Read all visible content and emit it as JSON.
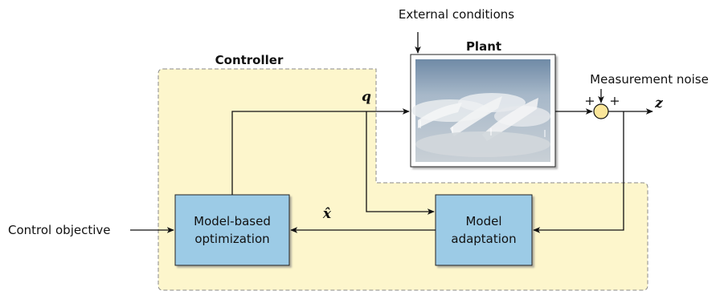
{
  "labels": {
    "external_conditions": "External conditions",
    "plant": "Plant",
    "controller": "Controller",
    "measurement_noise": "Measurement noise",
    "control_objective": "Control objective",
    "q_signal": "q",
    "z_signal": "z",
    "x_hat_signal": "x̂",
    "plus_left": "+",
    "plus_right": "+"
  },
  "blocks": {
    "optimization": {
      "line1": "Model-based",
      "line2": "optimization"
    },
    "adaptation": {
      "line1": "Model",
      "line2": "adaptation"
    }
  },
  "colors": {
    "controller_fill": "#fdf6cc",
    "block_fill": "#9ccbe6",
    "summer_fill": "#fbe69a",
    "line": "#111111"
  },
  "plant_image": "wind-farm-fog-photo"
}
